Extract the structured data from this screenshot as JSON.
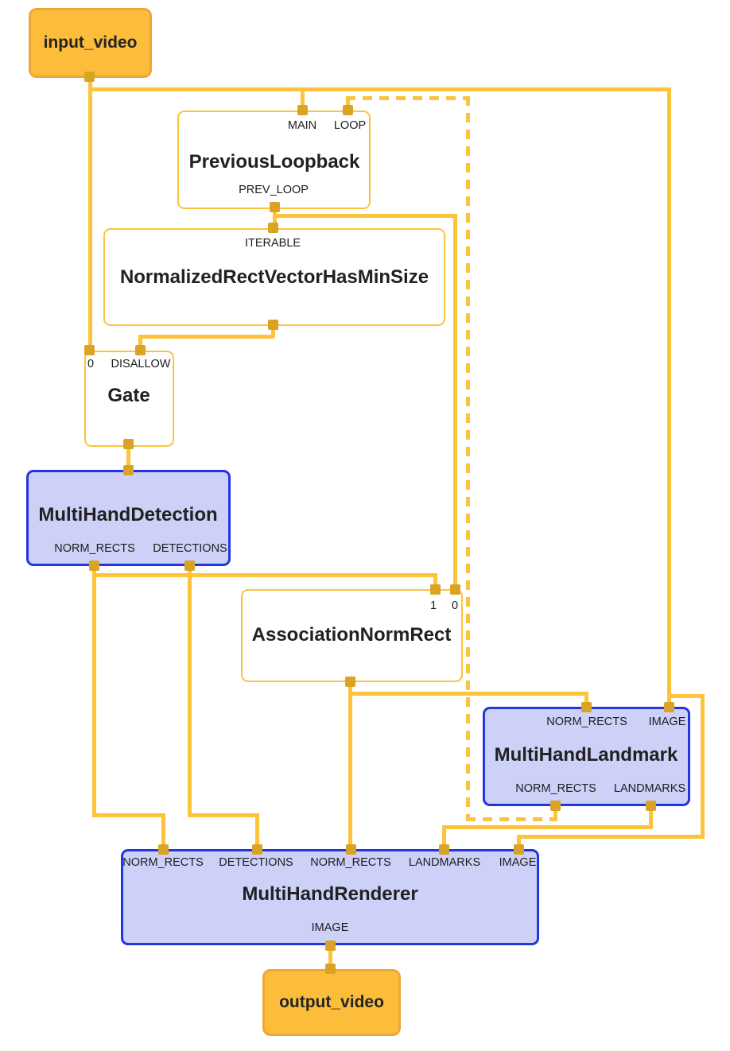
{
  "nodes": {
    "input_video": {
      "label": "input_video"
    },
    "previous_loopback": {
      "title": "PreviousLoopback",
      "inputs": [
        "MAIN",
        "LOOP"
      ],
      "outputs": [
        "PREV_LOOP"
      ]
    },
    "normalized_rect_vector_has_min_size": {
      "title": "NormalizedRectVectorHasMinSize",
      "inputs": [
        "ITERABLE"
      ]
    },
    "gate": {
      "title": "Gate",
      "inputs": [
        "0",
        "DISALLOW"
      ]
    },
    "multi_hand_detection": {
      "title": "MultiHandDetection",
      "outputs": [
        "NORM_RECTS",
        "DETECTIONS"
      ]
    },
    "association_norm_rect": {
      "title": "AssociationNormRect",
      "inputs": [
        "1",
        "0"
      ]
    },
    "multi_hand_landmark": {
      "title": "MultiHandLandmark",
      "inputs": [
        "NORM_RECTS",
        "IMAGE"
      ],
      "outputs": [
        "NORM_RECTS",
        "LANDMARKS"
      ]
    },
    "multi_hand_renderer": {
      "title": "MultiHandRenderer",
      "inputs": [
        "NORM_RECTS",
        "DETECTIONS",
        "NORM_RECTS",
        "LANDMARKS",
        "IMAGE"
      ],
      "outputs": [
        "IMAGE"
      ]
    },
    "output_video": {
      "label": "output_video"
    }
  },
  "colors": {
    "edge": "#FCC33B",
    "port": "#D9A425",
    "stream_node_fill": "#FCBD3A",
    "stream_node_border": "#F0A637",
    "calculator_border": "#FCC33B",
    "subgraph_fill": "#CDD1F8",
    "subgraph_border": "#2434DF",
    "background": "#FFFFFF",
    "text": "#212121"
  }
}
